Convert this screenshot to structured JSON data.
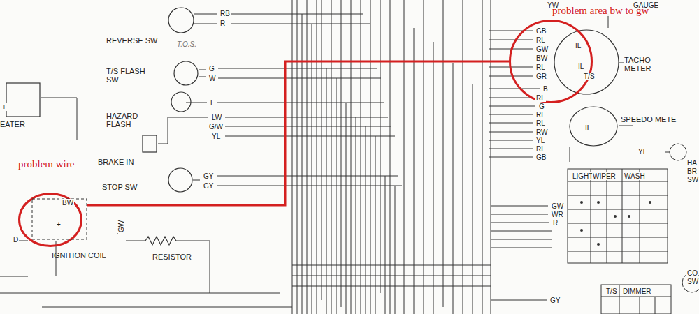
{
  "diagram": {
    "nodes": [
      {
        "text": [
          "EATER"
        ]
      },
      {
        "text": [
          "REVERSE SW"
        ]
      },
      {
        "text": [
          "T/S FLASH SW"
        ]
      },
      {
        "text": [
          "HAZARD FLASH"
        ]
      },
      {
        "text": [
          "BRAKE IN"
        ]
      },
      {
        "text": [
          "STOP SW"
        ]
      },
      {
        "text": [
          "problem wire"
        ]
      },
      {
        "text": [
          "IGNITION COIL"
        ]
      },
      {
        "text": [
          "RESISTOR"
        ]
      },
      {
        "text": [
          "TACHO METER"
        ]
      },
      {
        "text": [
          "problem area bw to gw"
        ]
      },
      {
        "text": [
          "SPEEDO METE"
        ]
      }
    ],
    "edges": [
      {
        "from": 7,
        "to": 10,
        "arrow": "none"
      }
    ],
    "labels": [
      "RB",
      "R",
      "T.O.S.",
      "G",
      "W",
      "L",
      "LW",
      "G/W",
      "YL",
      "GY",
      "GY",
      "BW",
      "+",
      "D",
      "GW",
      "GB",
      "RL",
      "GW",
      "BW",
      "RL",
      "GR",
      "B",
      "RL",
      "G",
      "RL",
      "RL",
      "RW",
      "YL",
      "RL",
      "GB",
      "IL",
      "IL",
      "T/S",
      "IL",
      "YW",
      "GAUGE",
      "YL",
      "HA",
      "BR",
      "SW",
      "GW",
      "WR",
      "R",
      "LIGHT",
      "WIPER",
      "WASH",
      "T/S",
      "DIMMER",
      "GY",
      "CO",
      "SW",
      "+"
    ]
  }
}
